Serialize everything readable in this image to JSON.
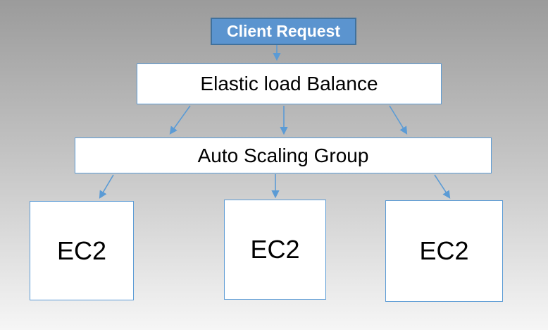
{
  "diagram": {
    "type": "flowchart",
    "nodes": {
      "client_request": {
        "label": "Client Request"
      },
      "elastic_load_balance": {
        "label": "Elastic load Balance"
      },
      "auto_scaling_group": {
        "label": "Auto Scaling Group"
      },
      "ec2_left": {
        "label": "EC2"
      },
      "ec2_middle": {
        "label": "EC2"
      },
      "ec2_right": {
        "label": "EC2"
      }
    },
    "edges": [
      {
        "from": "client_request",
        "to": "elastic_load_balance"
      },
      {
        "from": "elastic_load_balance",
        "to": "auto_scaling_group"
      },
      {
        "from": "elastic_load_balance",
        "to": "auto_scaling_group"
      },
      {
        "from": "elastic_load_balance",
        "to": "auto_scaling_group"
      },
      {
        "from": "auto_scaling_group",
        "to": "ec2_left"
      },
      {
        "from": "auto_scaling_group",
        "to": "ec2_middle"
      },
      {
        "from": "auto_scaling_group",
        "to": "ec2_right"
      }
    ],
    "colors": {
      "client_request_fill": "#5b94cf",
      "client_request_border": "#41719c",
      "client_request_text": "#ffffff",
      "box_fill": "#ffffff",
      "box_border": "#5b9bd5",
      "box_text": "#000000",
      "arrow": "#5b9bd5",
      "background_top": "#9b9b9b",
      "background_bottom": "#f6f6f6"
    }
  }
}
